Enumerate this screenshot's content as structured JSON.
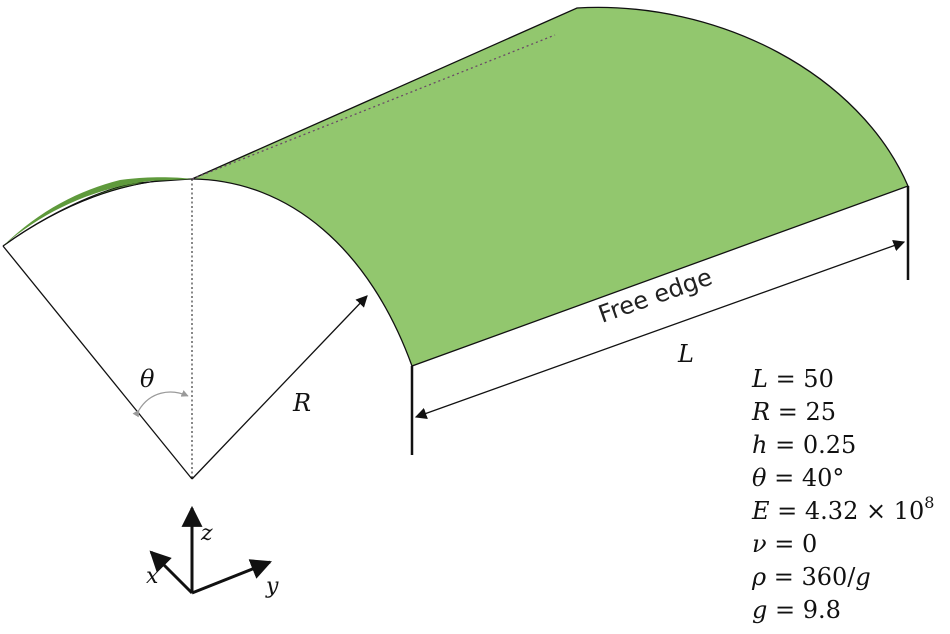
{
  "colors": {
    "shell_light": "#92c76e",
    "shell_dark": "#5f9a3c",
    "line": "#111111"
  },
  "labels": {
    "free_edge": "Free edge",
    "L": "L",
    "R": "R",
    "theta": "θ",
    "axis_x": "x",
    "axis_y": "y",
    "axis_z": "z"
  },
  "params": [
    {
      "sym": "L",
      "rest": " = 50"
    },
    {
      "sym": "R",
      "rest": " = 25"
    },
    {
      "sym": "h",
      "rest": " = 0.25"
    },
    {
      "sym": "θ",
      "rest": " = 40°"
    },
    {
      "sym": "E",
      "rest": " = 4.32 × 10"
    },
    {
      "sym": "ν",
      "rest": " = 0"
    },
    {
      "sym": "ρ",
      "rest": " = 360/"
    },
    {
      "sym": "g",
      "rest": " = 9.8"
    }
  ],
  "params_extra": {
    "E_exp": "8",
    "rho_g": "g"
  },
  "icons": [
    "arrow-head-icon"
  ]
}
